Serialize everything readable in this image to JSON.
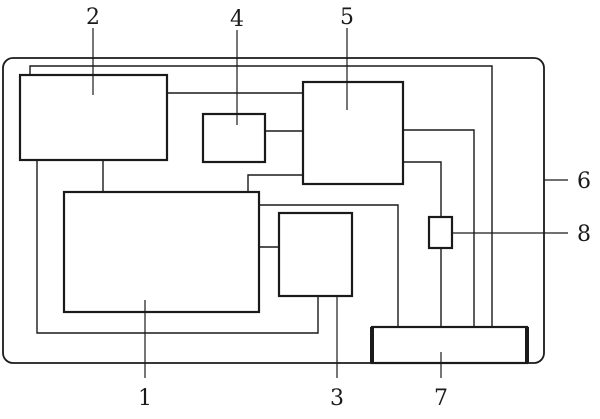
{
  "diagram": {
    "labels": {
      "n1": "1",
      "n2": "2",
      "n3": "3",
      "n4": "4",
      "n5": "5",
      "n6": "6",
      "n7": "7",
      "n8": "8"
    }
  }
}
